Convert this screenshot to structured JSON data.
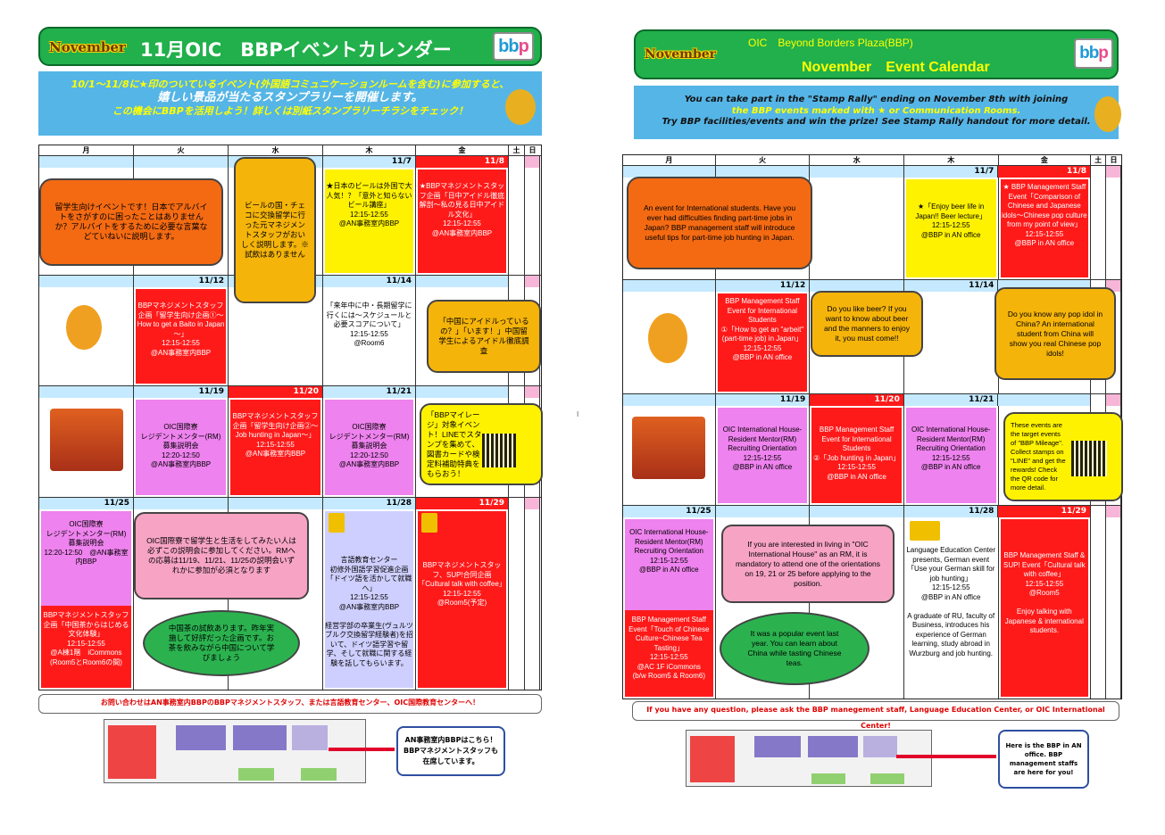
{
  "jp": {
    "month": "November",
    "title": "11月OIC　BBPイベントカレンダー",
    "logo": "bbp",
    "notice1": "10/1～11/8に★印のついているイベント(外国語コミュニケーションルームを含む)に参加すると、",
    "notice2": "嬉しい景品が当たるスタンプラリーを開催します。",
    "notice3": "この機会にBBPを活用しよう！詳しくは別紙スタンプラリーチラシをチェック！",
    "days": [
      "月",
      "火",
      "水",
      "木",
      "金",
      "土",
      "日"
    ],
    "dates": {
      "d7": "11/7",
      "d8": "11/8",
      "d12": "11/12",
      "d14": "11/14",
      "d19": "11/19",
      "d20": "11/20",
      "d21": "11/21",
      "d25": "11/25",
      "d28": "11/28",
      "d29": "11/29"
    },
    "ev_beer": "★日本のビールは外国で大人気！？「意外と知らないビール講座」\n12:15-12:55\n@AN事務室内BBP",
    "ev_idol": "★BBPマネジメントスタッフ企画「日中アイドル徹底解剖～私の見る日中アイドル文化」\n12:15-12:55\n@AN事務室内BBP",
    "ev_baito": "BBPマネジメントスタッフ企画「留学生向け企画①～How to get a Baito in Japan～」\n12:15-12:55\n@AN事務室内BBP",
    "ev_study": "「来年中に中・長期留学に行くには～スケジュールと必要スコアについて」\n12:15-12:55\n@Room6",
    "ev_rm1": "OIC国際寮\nレジデントメンター(RM)\n募集説明会\n12:20-12:50\n@AN事務室内BBP",
    "ev_job": "BBPマネジメントスタッフ企画「留学生向け企画②～Job hunting in Japan～」\n12:15-12:55\n@AN事務室内BBP",
    "ev_rm2": "OIC国際寮\nレジデントメンター(RM)\n募集説明会\n12:20-12:50\n@AN事務室内BBP",
    "ev_rm3": "OIC国際寮\nレジデントメンター(RM)\n募集説明会\n12:20-12:50　@AN事務室内BBP",
    "ev_german": "言語教育センター\n初修外国語学習促進企画「ドイツ語を活かして就職へ」\n12:15-12:55\n@AN事務室内BBP\n\n経営学部の卒業生(ヴュルツブルク交換留学経験者)を招いて、ドイツ語学習や留学、そして就職に関する経験を話してもらいます。",
    "ev_sup": "BBPマネジメントスタッフ、SUP!合同企画「Cultural talk with coffee」\n12:15-12:55\n@Room5(予定)",
    "ev_tea": "BBPマネジメントスタッフ企画「中国茶からはじめる文化体験」\n12:15-12:55\n@A棟1階　iCommons\n(Room5とRoom6の間)",
    "b_intl": "留学生向けイベントです！日本でアルバイトをさがすのに困ったことはありませんか？アルバイトをするために必要な言葉などていねいに説明します。",
    "b_beer": "ビールの国・チェコに交換留学に行った元マネジメントスタッフがおいしく説明します。※試飲はありません",
    "b_idol": "「中国にアイドルっているの？」「います！」中国留学生によるアイドル徹底調査",
    "b_mileage": "「BBPマイレージ」対象イベント！LINEでスタンプを集めて、図書カードや検定料補助特典をもらおう！",
    "b_rm": "OIC国際寮で留学生と生活をしてみたい人は必ずこの説明会に参加してください。RMへの応募は11/19、11/21、11/25の説明会いずれかに参加が必須となります",
    "b_tea": "中国茶の試飲あります。昨年実施して好評だった企画です。お茶を飲みながら中国について学びましょう",
    "contact": "お問い合わせはAN事務室内BBPのBBPマネジメントスタッフ、または言語教育センター、OIC国際教育センターへ！",
    "map_info": "AN事務室内BBPはこちら！BBPマネジメントスタッフも在席しています。"
  },
  "en": {
    "line1": "OIC　Beyond Borders Plaza(BBP)",
    "month": "November",
    "title": "November　Event Calendar",
    "logo": "bbp",
    "notice1": "You can take part in the \"Stamp Rally\" ending on November 8th with joining",
    "notice2": "the BBP events marked with ★ or Communication Rooms.",
    "notice3": "Try BBP facilities/events and win the prize! See Stamp Rally handout for more detail.",
    "days": [
      "月",
      "火",
      "水",
      "木",
      "金",
      "土",
      "日"
    ],
    "dates": {
      "d7": "11/7",
      "d8": "11/8",
      "d12": "11/12",
      "d14": "11/14",
      "d19": "11/19",
      "d20": "11/20",
      "d21": "11/21",
      "d25": "11/25",
      "d28": "11/28",
      "d29": "11/29"
    },
    "ev_beer": "★「Enjoy beer life in Japan!! Beer lecture」\n12:15-12:55\n@BBP in AN office",
    "ev_idol": "★ BBP Management Staff Event「Comparison of Chinese and Japanese idols～Chinese pop culture from my point of view」\n12:15-12:55\n@BBP in AN office",
    "ev_baito": "BBP Management Staff Event for International Students\n①「How to get an \"arbeit\" (part-time job) in Japan」\n12:15-12:55\n@BBP in AN office",
    "ev_rm1": "OIC International House-Resident Mentor(RM) Recruiting Orientation\n12:15-12:55\n@BBP in AN office",
    "ev_job": "BBP Management Staff Event for International Students\n②「Job hunting in Japan」\n12:15-12:55\n@BBP in AN office",
    "ev_rm2": "OIC International House-Resident Mentor(RM) Recruiting Orientation\n12:15-12:55\n@BBP in AN office",
    "ev_rm3": "OIC International House-Resident Mentor(RM) Recruiting Orientation\n12:15-12:55\n@BBP in AN office",
    "ev_german": "Language Education Center presents, German event「Use your German skill for job hunting」\n12:15-12:55\n@BBP in AN office\n\nA graduate of RU, faculty of Business, introduces his experience of German learning, study abroad in Wurzburg and job hunting.",
    "ev_sup": "BBP Management Staff & SUP! Event「Cultural talk with coffee」\n12:15-12:55\n@Room5\n\nEnjoy talking with Japanese & international students.",
    "ev_tea": "BBP Management Staff Event「Touch of Chinese Culture~Chinese Tea Tasting」\n12:15-12:55\n@AC 1F iCommons\n(b/w Room5 & Room6)",
    "b_intl": "An event for International students. Have you ever had difficulties finding part-time jobs in Japan? BBP management staff will introduce useful tips for part-time job hunting in Japan.",
    "b_beer": "Do you like beer? If you want to know about beer and the manners to enjoy it, you must come!!",
    "b_idol": "Do you know any pop idol in China? An international student from China will show you real Chinese pop idols!",
    "b_mileage": "These events are the target events of \"BBP Mileage\". Collect stamps on \"LINE\" and get the rewards! Check the QR code for more detail.",
    "b_rm": "If you are interested in living in \"OIC International House\" as an RM, it is mandatory to attend one of the orientations on 19, 21 or 25 before applying to the position.",
    "b_tea": "It was a popular event last year. You can learn about China while tasting Chinese teas.",
    "contact": "If you have any question, please ask the BBP manegement staff, Language Education Center, or OIC International Center!",
    "map_info": "Here is the BBP in AN office. BBP management staffs are here for you!"
  }
}
